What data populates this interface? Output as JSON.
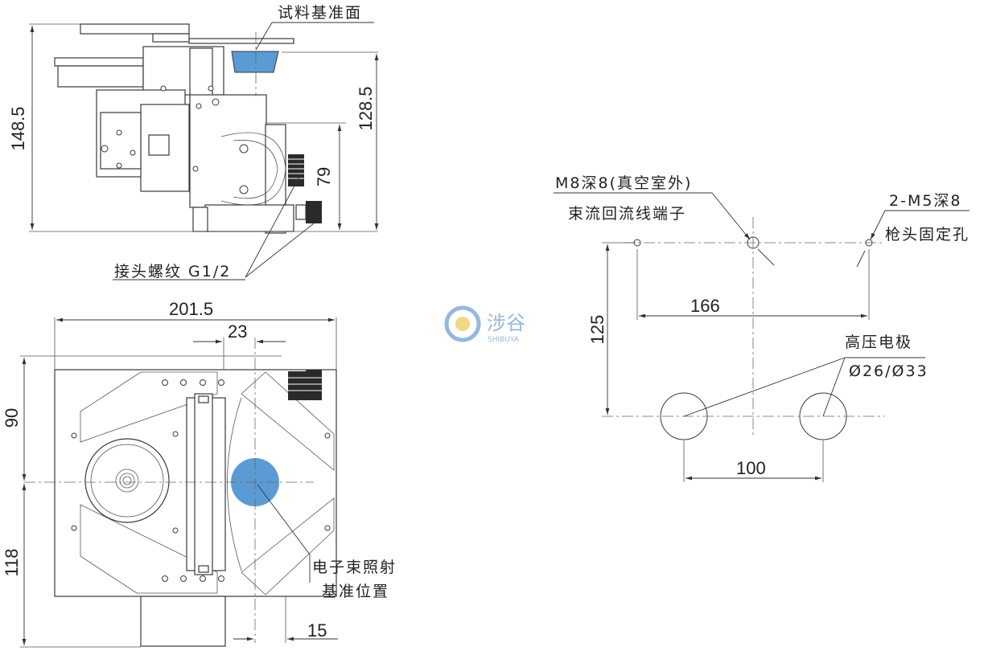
{
  "colors": {
    "line": "#3a3a3a",
    "highlight": "#5b9bd5",
    "logo": "#3f7fc8"
  },
  "logo": {
    "name": "涉谷",
    "sub": "SHIBUYA"
  },
  "top_view": {
    "label_sample_ref": "试料基准面",
    "dim_total_height": "148.5",
    "dim_ref_height": "128.5",
    "dim_port_height": "79",
    "label_fitting": "接头螺纹 G1/2"
  },
  "bottom_view": {
    "dim_width": "201.5",
    "dim_offset": "23",
    "dim_upper": "90",
    "dim_lower": "118",
    "dim_side": "15",
    "label_beam_line1": "电子束照射",
    "label_beam_line2": "基准位置"
  },
  "hole_pattern": {
    "label_m8_line1": "M8深8(真空室外)",
    "label_m8_line2": "束流回流线端子",
    "label_m5_line1": "2-M5深8",
    "label_m5_line2": "枪头固定孔",
    "dim_horizontal": "166",
    "dim_vertical": "125",
    "label_electrode": "高压电极",
    "label_electrode_dia": "Ø26/Ø33",
    "dim_electrode_spacing": "100"
  }
}
